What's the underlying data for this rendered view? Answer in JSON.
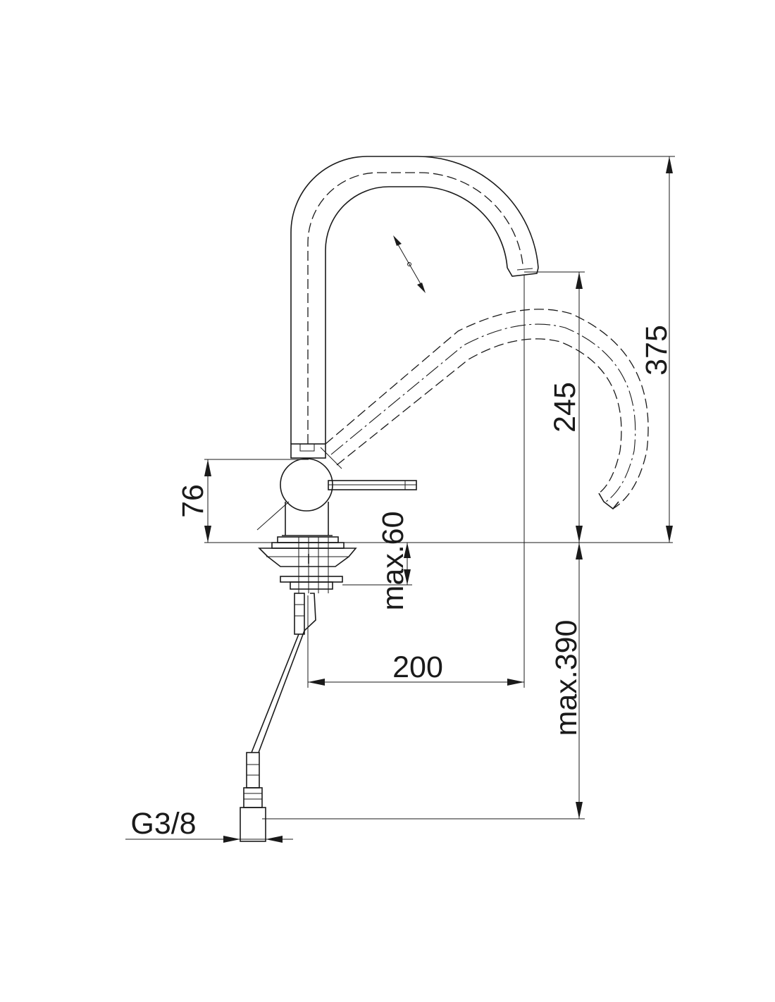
{
  "drawing": {
    "dimensions": {
      "total_height": "375",
      "spout_height": "245",
      "body_height": "76",
      "deck_thickness": "max.60",
      "under_deck": "max.390",
      "reach": "200",
      "connection": "G3/8"
    },
    "line_color": "#1a1a1a"
  }
}
